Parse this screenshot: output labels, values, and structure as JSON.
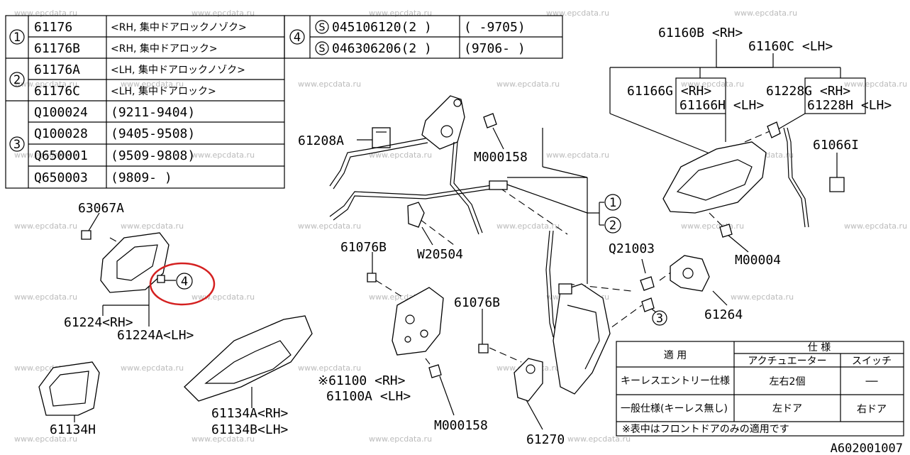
{
  "watermark": "www.epcdata.ru",
  "drawing_code": "A602001007",
  "table1": {
    "rows": [
      {
        "idx": "1",
        "items": [
          {
            "part": "61176",
            "spec": "<RH, 集中ドアロックノゾク>"
          },
          {
            "part": "61176B",
            "spec": "<RH, 集中ドアロック>"
          }
        ]
      },
      {
        "idx": "2",
        "items": [
          {
            "part": "61176A",
            "spec": "<LH, 集中ドアロックノゾク>"
          },
          {
            "part": "61176C",
            "spec": "<LH, 集中ドアロック>"
          }
        ]
      },
      {
        "idx": "3",
        "items": [
          {
            "part": "Q100024",
            "spec": "(9211-9404)"
          },
          {
            "part": "Q100028",
            "spec": "(9405-9508)"
          },
          {
            "part": "Q650001",
            "spec": "(9509-9808)"
          },
          {
            "part": "Q650003",
            "spec": "(9809-      )"
          }
        ]
      }
    ]
  },
  "table2": {
    "idx": "4",
    "rows": [
      {
        "mark": "S",
        "part": "045106120(2 )",
        "range": "(      -9705)"
      },
      {
        "mark": "S",
        "part": "046306206(2 )",
        "range": "(9706-      )"
      }
    ]
  },
  "spec_table": {
    "col_application": "適    用",
    "col_spec": "仕    様",
    "col_actuator": "アクチュエーター",
    "col_switch": "スイッチ",
    "rows": [
      {
        "app": "キーレスエントリー仕様",
        "actuator": "左右2個",
        "switch": "──"
      },
      {
        "app": "一般仕様(キーレス無し)",
        "actuator": "左ドア",
        "switch": "右ドア"
      }
    ],
    "note": "※表中はフロントドアのみの適用です"
  },
  "callouts": {
    "c1": "1",
    "c2": "2",
    "c3": "3",
    "c4": "4"
  },
  "labels": {
    "p61160B": "61160B <RH>",
    "p61160C": "61160C <LH>",
    "p61166G": "61166G <RH>",
    "p61166H": "61166H <LH>",
    "p61228G": "61228G <RH>",
    "p61228H": "61228H <LH>",
    "p61066I": "61066I",
    "p61208A": "61208A",
    "pM000158a": "M000158",
    "pW20504": "W20504",
    "p63067A": "63067A",
    "p61076Ba": "61076B",
    "p61076Bb": "61076B",
    "pQ21003": "Q21003",
    "pM00004": "M00004",
    "p61264": "61264",
    "p61224": "61224<RH>",
    "p61224A": "61224A<LH>",
    "p61100": "※61100 <RH>",
    "p61100A": "61100A <LH>",
    "pM000158b": "M000158",
    "p61270": "61270",
    "p61134A": "61134A<RH>",
    "p61134B": "61134B<LH>",
    "p61134H": "61134H"
  },
  "highlight_color": "#d42020"
}
